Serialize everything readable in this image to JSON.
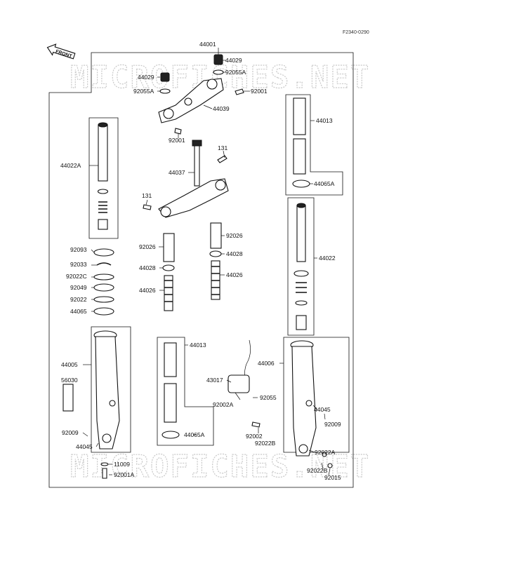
{
  "diagram": {
    "code": "F2340-0290",
    "front_label": "FRONT",
    "watermark": "MICROFICHES.NET",
    "labels": {
      "p44001": "44001",
      "p44029_r": "44029",
      "p92055A_r": "92055A",
      "p44029_l": "44029",
      "p92055A_l": "92055A",
      "p92001_r": "92001",
      "p44039": "44039",
      "p92001_b": "92001",
      "p131_r": "131",
      "p44037": "44037",
      "p131_l": "131",
      "p44013_top": "44013",
      "p44065A_top": "44065A",
      "p44022A": "44022A",
      "p44022": "44022",
      "p92026_l": "92026",
      "p92026_r": "92026",
      "p44028_l": "44028",
      "p44028_r": "44028",
      "p44026_l": "44026",
      "p44026_r": "44026",
      "p92093": "92093",
      "p92033": "92033",
      "p92022C": "92022C",
      "p92049": "92049",
      "p92022": "92022",
      "p44065": "44065",
      "p44005": "44005",
      "p56030": "56030",
      "p92009_l": "92009",
      "p44045_l": "44045",
      "p11009": "11009",
      "p92001A": "92001A",
      "p44013_bot": "44013",
      "p44065A_bot": "44065A",
      "p43017": "43017",
      "p92002A": "92002A",
      "p92055": "92055",
      "p92002": "92002",
      "p92022B": "92022B",
      "p44006": "44006",
      "p44045_r": "44045",
      "p92009_r": "92009",
      "p92022A": "92022A",
      "p92022B_r": "92022B",
      "p92015": "92015"
    }
  }
}
